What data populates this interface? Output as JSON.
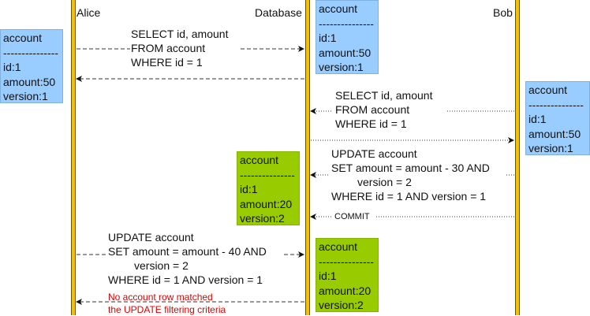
{
  "participants": {
    "alice": "Alice",
    "database": "Database",
    "bob": "Bob"
  },
  "boxes": {
    "alice_initial": {
      "lines": [
        "account",
        "---------------",
        "id:1",
        "amount:50",
        "version:1"
      ],
      "color": "#99ccff"
    },
    "db_initial": {
      "lines": [
        "account",
        "---------------",
        "id:1",
        "amount:50",
        "version:1"
      ],
      "color": "#99ccff"
    },
    "bob_initial": {
      "lines": [
        "account",
        "---------------",
        "id:1",
        "amount:50",
        "version:1"
      ],
      "color": "#99ccff"
    },
    "bob_update": {
      "lines": [
        "account",
        "---------------",
        "id:1",
        "amount:20",
        "version:2"
      ],
      "color": "#99cc00"
    },
    "db_final": {
      "lines": [
        "account",
        "---------------",
        "id:1",
        "amount:20",
        "version:2"
      ],
      "color": "#99cc00"
    }
  },
  "messages": {
    "alice_select": [
      "SELECT id, amount",
      "FROM account",
      "WHERE id = 1"
    ],
    "bob_select": [
      "SELECT id, amount",
      "FROM account",
      "WHERE id = 1"
    ],
    "bob_update": [
      "UPDATE account",
      "SET amount = amount - 30 AND",
      "version = 2",
      "WHERE id = 1 AND version = 1"
    ],
    "bob_commit": "COMMIT",
    "alice_update": [
      "UPDATE account",
      "SET amount = amount - 40 AND",
      "version = 2",
      "WHERE id = 1 AND version = 1"
    ],
    "alice_result": [
      "No account row matched",
      "the UPDATE filtering criteria"
    ]
  }
}
